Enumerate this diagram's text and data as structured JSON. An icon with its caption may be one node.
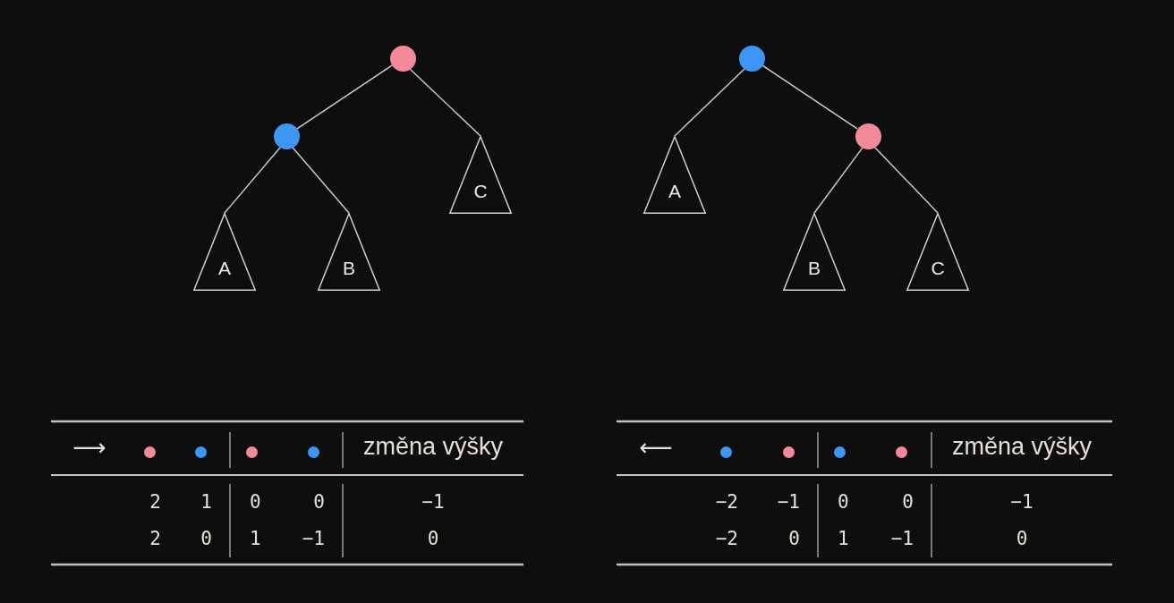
{
  "diagram": {
    "nodes": [
      {
        "text": [],
        "shape": "circle"
      },
      {
        "text": [],
        "shape": "circle"
      },
      {
        "text": [
          "A"
        ]
      },
      {
        "text": [
          "B"
        ]
      },
      {
        "text": [
          "C"
        ]
      },
      {
        "text": [],
        "shape": "circle"
      },
      {
        "text": [
          "A"
        ]
      },
      {
        "text": [],
        "shape": "circle"
      },
      {
        "text": [
          "B"
        ]
      },
      {
        "text": [
          "C"
        ]
      }
    ],
    "edges": [
      {
        "from": 0,
        "to": 1,
        "arrow": "none"
      },
      {
        "from": 0,
        "to": 4,
        "arrow": "none"
      },
      {
        "from": 1,
        "to": 2,
        "arrow": "none"
      },
      {
        "from": 1,
        "to": 3,
        "arrow": "none"
      },
      {
        "from": 5,
        "to": 6,
        "arrow": "none"
      },
      {
        "from": 5,
        "to": 7,
        "arrow": "none"
      },
      {
        "from": 7,
        "to": 8,
        "arrow": "none"
      },
      {
        "from": 7,
        "to": 9,
        "arrow": "none"
      }
    ],
    "labels": [
      "⟶",
      "změna výšky",
      "2",
      "1",
      "0",
      "0",
      "−1",
      "2",
      "0",
      "1",
      "−1",
      "0",
      "⟵",
      "změna výšky",
      "−2",
      "−1",
      "0",
      "0",
      "−1",
      "−2",
      "0",
      "1",
      "−1",
      "0"
    ]
  }
}
